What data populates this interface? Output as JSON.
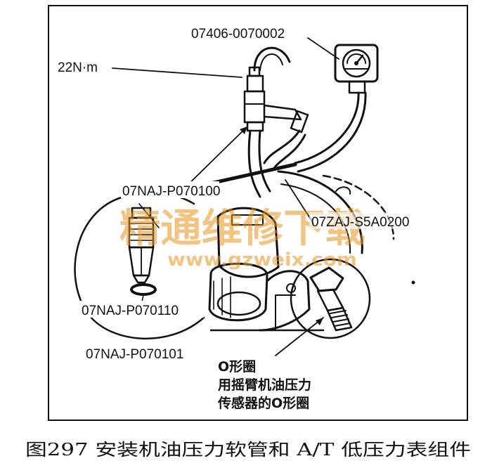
{
  "labels": {
    "gauge_part": "07406-0070002",
    "torque": "22N·m",
    "adapter_top": "07NAJ-P070100",
    "hose_part": "07ZAJ-S5A0200",
    "oring_part": "07NAJ-P070110",
    "adapter_bottom": "07NAJ-P070101"
  },
  "note": {
    "line1": "O形圈",
    "line2": "用摇臂机油压力",
    "line3": "传感器的O形圈"
  },
  "caption": "图297  安装机油压力软管和 A/T 低压力表组件",
  "watermark": {
    "cn": "精通维修下载",
    "url": "www.gzweix.com"
  }
}
